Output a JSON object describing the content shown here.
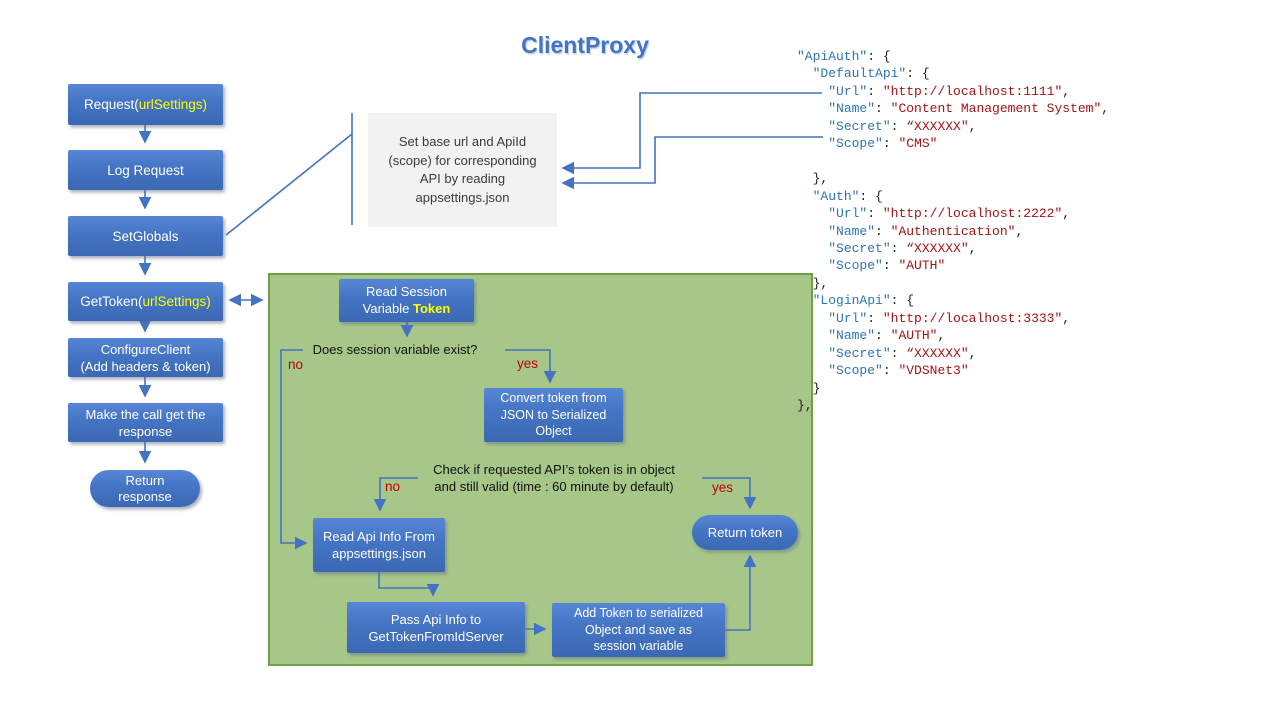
{
  "title": "ClientProxy",
  "colors": {
    "accent_blue": "#4472C4",
    "box_blue_top": "#5886D6",
    "box_blue_bottom": "#3B68B3",
    "highlight_yellow": "#FFFF00",
    "label_red": "#C00000",
    "panel_green_fill": "#A7C789",
    "panel_green_border": "#6FA048",
    "note_gray": "#F2F2F2",
    "json_key_blue": "#2E75B6",
    "json_value_red": "#A31515"
  },
  "main_flow": {
    "request_pre": "Request(",
    "request_highlight": "urlSettings)",
    "log_request": "Log Request",
    "set_globals": "SetGlobals",
    "get_token_pre": "GetToken(",
    "get_token_highlight": "urlSettings)",
    "configure_client": [
      "ConfigureClient",
      "(Add headers & token)"
    ],
    "make_call": [
      "Make the call get the",
      "response"
    ],
    "return_response": [
      "Return",
      "response"
    ]
  },
  "note_box": {
    "lines": [
      "Set base url and ApiId",
      "(scope) for corresponding",
      "API by reading",
      "appsettings.json"
    ]
  },
  "token_flow": {
    "read_session_line1": "Read Session",
    "read_session_pre2": "Variable ",
    "read_session_highlight": "Token",
    "decision1_question": "Does session variable exist?",
    "decision1_no": "no",
    "decision1_yes": "yes",
    "convert_box": [
      "Convert token from",
      "JSON to Serialized",
      "Object"
    ],
    "decision2_lines": [
      "Check if requested API’s token is in object",
      "and still valid (time : 60 minute by default)"
    ],
    "decision2_no": "no",
    "decision2_yes": "yes",
    "read_api_info": [
      "Read Api Info From",
      "appsettings.json"
    ],
    "pass_api_info": [
      "Pass Api Info to",
      "GetTokenFromIdServer"
    ],
    "add_token": [
      "Add Token to serialized",
      "Object and save as",
      "session variable"
    ],
    "return_token": "Return token"
  },
  "json_snippet": {
    "lines": [
      [
        {
          "c": "k",
          "t": "\"ApiAuth\""
        },
        {
          "c": "p",
          "t": ": {"
        }
      ],
      [
        {
          "c": "p",
          "t": "  "
        },
        {
          "c": "k",
          "t": "\"DefaultApi\""
        },
        {
          "c": "p",
          "t": ": {"
        }
      ],
      [
        {
          "c": "p",
          "t": "    "
        },
        {
          "c": "k",
          "t": "\"Url\""
        },
        {
          "c": "p",
          "t": ": "
        },
        {
          "c": "v",
          "t": "\"http://localhost:1111\""
        },
        {
          "c": "p",
          "t": ","
        }
      ],
      [
        {
          "c": "p",
          "t": "    "
        },
        {
          "c": "k",
          "t": "\"Name\""
        },
        {
          "c": "p",
          "t": ": "
        },
        {
          "c": "v",
          "t": "\"Content Management System\""
        },
        {
          "c": "p",
          "t": ","
        }
      ],
      [
        {
          "c": "p",
          "t": "    "
        },
        {
          "c": "k",
          "t": "\"Secret\""
        },
        {
          "c": "p",
          "t": ": "
        },
        {
          "c": "v",
          "t": "“XXXXXX\""
        },
        {
          "c": "p",
          "t": ","
        }
      ],
      [
        {
          "c": "p",
          "t": "    "
        },
        {
          "c": "k",
          "t": "\"Scope\""
        },
        {
          "c": "p",
          "t": ": "
        },
        {
          "c": "v",
          "t": "\"CMS\""
        }
      ],
      [],
      [
        {
          "c": "p",
          "t": "  },"
        }
      ],
      [
        {
          "c": "p",
          "t": "  "
        },
        {
          "c": "k",
          "t": "\"Auth\""
        },
        {
          "c": "p",
          "t": ": {"
        }
      ],
      [
        {
          "c": "p",
          "t": "    "
        },
        {
          "c": "k",
          "t": "\"Url\""
        },
        {
          "c": "p",
          "t": ": "
        },
        {
          "c": "v",
          "t": "\"http://localhost:2222\""
        },
        {
          "c": "p",
          "t": ","
        }
      ],
      [
        {
          "c": "p",
          "t": "    "
        },
        {
          "c": "k",
          "t": "\"Name\""
        },
        {
          "c": "p",
          "t": ": "
        },
        {
          "c": "v",
          "t": "\"Authentication\""
        },
        {
          "c": "p",
          "t": ","
        }
      ],
      [
        {
          "c": "p",
          "t": "    "
        },
        {
          "c": "k",
          "t": "\"Secret\""
        },
        {
          "c": "p",
          "t": ": "
        },
        {
          "c": "v",
          "t": "“XXXXXX\""
        },
        {
          "c": "p",
          "t": ","
        }
      ],
      [
        {
          "c": "p",
          "t": "    "
        },
        {
          "c": "k",
          "t": "\"Scope\""
        },
        {
          "c": "p",
          "t": ": "
        },
        {
          "c": "v",
          "t": "\"AUTH\""
        }
      ],
      [
        {
          "c": "p",
          "t": "  },"
        }
      ],
      [
        {
          "c": "p",
          "t": "  "
        },
        {
          "c": "k",
          "t": "\"LoginApi\""
        },
        {
          "c": "p",
          "t": ": {"
        }
      ],
      [
        {
          "c": "p",
          "t": "    "
        },
        {
          "c": "k",
          "t": "\"Url\""
        },
        {
          "c": "p",
          "t": ": "
        },
        {
          "c": "v",
          "t": "\"http://localhost:3333\""
        },
        {
          "c": "p",
          "t": ","
        }
      ],
      [
        {
          "c": "p",
          "t": "    "
        },
        {
          "c": "k",
          "t": "\"Name\""
        },
        {
          "c": "p",
          "t": ": "
        },
        {
          "c": "v",
          "t": "\"AUTH\""
        },
        {
          "c": "p",
          "t": ","
        }
      ],
      [
        {
          "c": "p",
          "t": "    "
        },
        {
          "c": "k",
          "t": "\"Secret\""
        },
        {
          "c": "p",
          "t": ": "
        },
        {
          "c": "v",
          "t": "“XXXXXX\""
        },
        {
          "c": "p",
          "t": ","
        }
      ],
      [
        {
          "c": "p",
          "t": "    "
        },
        {
          "c": "k",
          "t": "\"Scope\""
        },
        {
          "c": "p",
          "t": ": "
        },
        {
          "c": "v",
          "t": "\"VDSNet3\""
        }
      ],
      [
        {
          "c": "p",
          "t": "  }"
        }
      ],
      [
        {
          "c": "p",
          "t": "},"
        }
      ]
    ]
  }
}
